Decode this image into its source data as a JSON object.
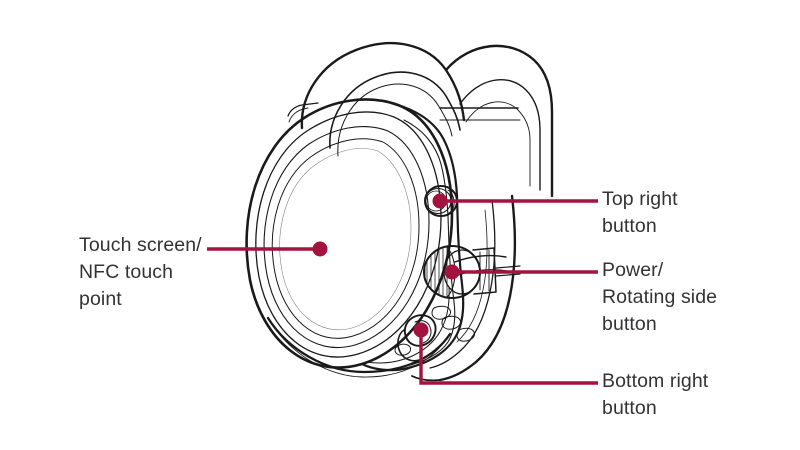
{
  "figure": {
    "subject": "smartwatch-side-view",
    "background_color": "#ffffff",
    "line_art_color": "#1a1a1a",
    "callout_color": "#a4123f",
    "text_color": "#333335"
  },
  "callouts": [
    {
      "id": "touch-screen",
      "label": "Touch screen/\nNFC touch\npoint",
      "side": "left",
      "target": "watch-display-face"
    },
    {
      "id": "top-right-button",
      "label": "Top right\nbutton",
      "side": "right",
      "target": "top-right-side-button"
    },
    {
      "id": "power-rotating-side-button",
      "label": "Power/\nRotating side\nbutton",
      "side": "right",
      "target": "rotating-crown"
    },
    {
      "id": "bottom-right-button",
      "label": "Bottom right\nbutton",
      "side": "right",
      "target": "bottom-right-side-button"
    }
  ]
}
